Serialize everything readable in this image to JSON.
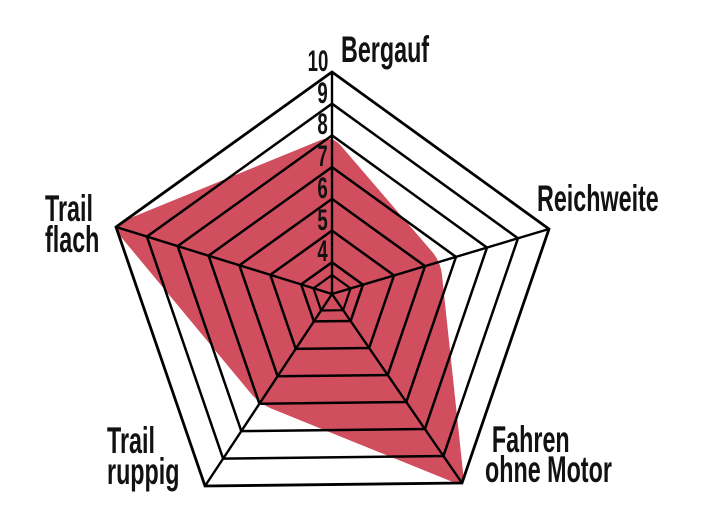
{
  "chart_data": {
    "type": "radar",
    "shape": "pentagon",
    "axes": [
      {
        "id": "bergauf",
        "label": "Bergauf",
        "lines": [
          "Bergauf"
        ],
        "value": 8
      },
      {
        "id": "reichweite",
        "label": "Reichweite",
        "lines": [
          "Reichweite"
        ],
        "value": 6.5
      },
      {
        "id": "fahren-ohne-motor",
        "label": "Fahren ohne Motor",
        "lines": [
          "Fahren",
          "ohne Motor"
        ],
        "value": 10
      },
      {
        "id": "trail-ruppig",
        "label": "Trail ruppig",
        "lines": [
          "Trail",
          "ruppig"
        ],
        "value": 7
      },
      {
        "id": "trail-flach",
        "label": "Trail flach",
        "lines": [
          "Trail",
          "flach"
        ],
        "value": 10
      }
    ],
    "scale": {
      "center_value": 3,
      "max": 10,
      "ring_values": [
        4,
        5,
        6,
        7,
        8,
        9,
        10
      ],
      "inner_ring_value": 3.6,
      "tick_labels": [
        "10",
        "9",
        "8",
        "7",
        "6",
        "5",
        "4"
      ]
    },
    "colors": {
      "series_fill": "#d14e5e",
      "grid_line": "#000000",
      "text": "#121212",
      "background": "#ffffff"
    },
    "grid": true,
    "legend_position": "none"
  }
}
